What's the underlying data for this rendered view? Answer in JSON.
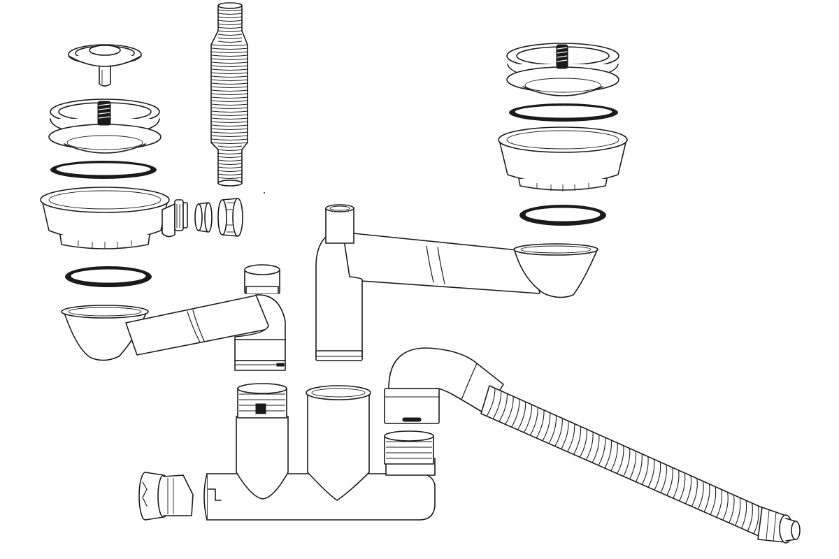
{
  "diagram": {
    "parts": [
      {
        "name": "left-strainer-plug"
      },
      {
        "name": "left-strainer-basket"
      },
      {
        "name": "left-sealing-ring-upper"
      },
      {
        "name": "left-sink-outlet-bowl"
      },
      {
        "name": "overflow-nipple"
      },
      {
        "name": "overflow-washer"
      },
      {
        "name": "overflow-nut"
      },
      {
        "name": "corrugated-overflow-hose"
      },
      {
        "name": "left-sealing-ring-lower"
      },
      {
        "name": "left-outlet-elbow-pipe"
      },
      {
        "name": "right-strainer-basket"
      },
      {
        "name": "right-sealing-ring-upper"
      },
      {
        "name": "right-sink-outlet-bowl"
      },
      {
        "name": "right-sealing-ring-lower"
      },
      {
        "name": "right-outlet-elbow-pipe"
      },
      {
        "name": "vertical-connector-pipe"
      },
      {
        "name": "siphon-double-inlet-manifold"
      },
      {
        "name": "siphon-cleaning-cap"
      },
      {
        "name": "siphon-elbow-outlet"
      },
      {
        "name": "corrugated-drain-hose"
      }
    ]
  }
}
